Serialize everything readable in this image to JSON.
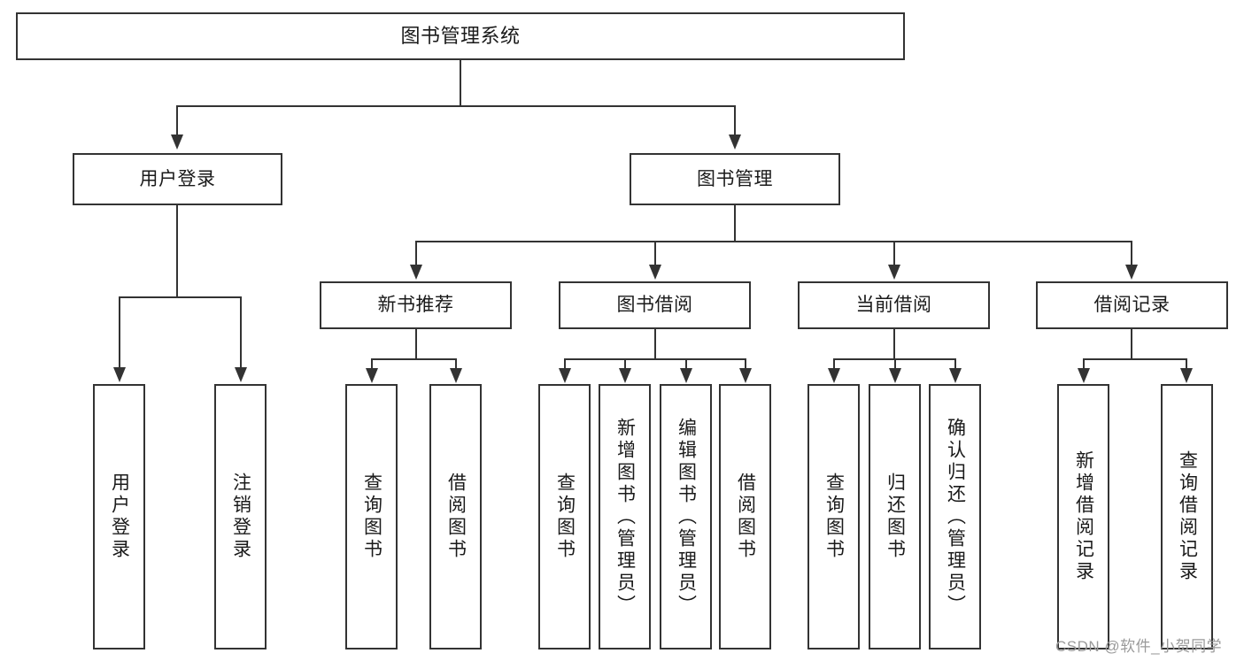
{
  "diagram": {
    "type": "tree-hierarchy",
    "title": "图书管理系统",
    "root": {
      "id": "root",
      "label": "图书管理系统",
      "orientation": "horizontal"
    },
    "level2": [
      {
        "id": "user-login",
        "label": "用户登录",
        "orientation": "horizontal"
      },
      {
        "id": "book-manage",
        "label": "图书管理",
        "orientation": "horizontal"
      }
    ],
    "level3": [
      {
        "id": "new-book-recommend",
        "label": "新书推荐",
        "parent": "book-manage",
        "orientation": "horizontal"
      },
      {
        "id": "book-borrow",
        "label": "图书借阅",
        "parent": "book-manage",
        "orientation": "horizontal"
      },
      {
        "id": "current-borrow",
        "label": "当前借阅",
        "parent": "book-manage",
        "orientation": "horizontal"
      },
      {
        "id": "borrow-record",
        "label": "借阅记录",
        "parent": "book-manage",
        "orientation": "horizontal"
      }
    ],
    "leaves": [
      {
        "id": "leaf-user-login",
        "label": "用户登录",
        "parent": "user-login",
        "orientation": "vertical"
      },
      {
        "id": "leaf-user-logout",
        "label": "注销登录",
        "parent": "user-login",
        "orientation": "vertical"
      },
      {
        "id": "leaf-query-book-1",
        "label": "查询图书",
        "parent": "new-book-recommend",
        "orientation": "vertical"
      },
      {
        "id": "leaf-borrow-book-1",
        "label": "借阅图书",
        "parent": "new-book-recommend",
        "orientation": "vertical"
      },
      {
        "id": "leaf-query-book-2",
        "label": "查询图书",
        "parent": "book-borrow",
        "orientation": "vertical"
      },
      {
        "id": "leaf-add-book",
        "label": "新增图书（管理员）",
        "parent": "book-borrow",
        "orientation": "vertical"
      },
      {
        "id": "leaf-edit-book",
        "label": "编辑图书（管理员）",
        "parent": "book-borrow",
        "orientation": "vertical"
      },
      {
        "id": "leaf-borrow-book-2",
        "label": "借阅图书",
        "parent": "book-borrow",
        "orientation": "vertical"
      },
      {
        "id": "leaf-query-book-3",
        "label": "查询图书",
        "parent": "current-borrow",
        "orientation": "vertical"
      },
      {
        "id": "leaf-return-book",
        "label": "归还图书",
        "parent": "current-borrow",
        "orientation": "vertical"
      },
      {
        "id": "leaf-confirm-return",
        "label": "确认归还（管理员）",
        "parent": "current-borrow",
        "orientation": "vertical"
      },
      {
        "id": "leaf-add-record",
        "label": "新增借阅记录",
        "parent": "borrow-record",
        "orientation": "vertical"
      },
      {
        "id": "leaf-query-record",
        "label": "查询借阅记录",
        "parent": "borrow-record",
        "orientation": "vertical"
      }
    ],
    "colors": {
      "border": "#333333",
      "background": "#ffffff",
      "text": "#1a1a1a",
      "watermark": "#9a9a9a"
    }
  },
  "watermark": {
    "text": "CSDN @软件_小贺同学"
  }
}
